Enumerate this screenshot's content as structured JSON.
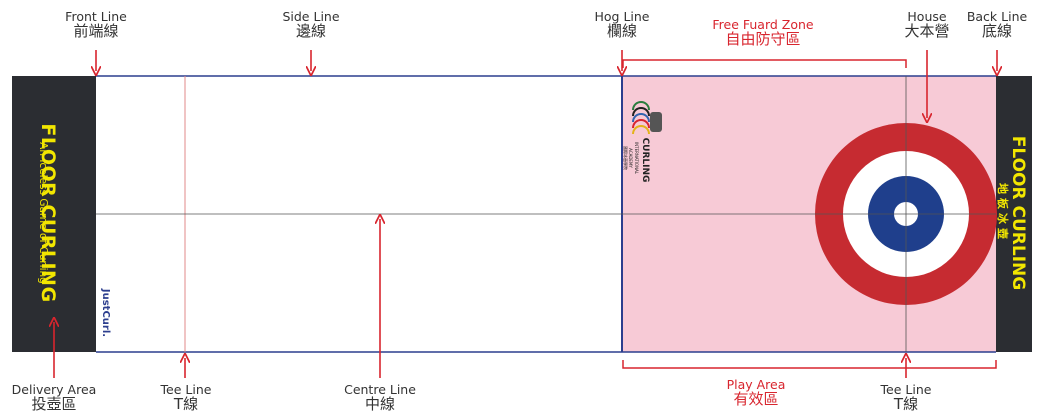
{
  "top_labels": {
    "front_line": {
      "en": "Front Line",
      "zh": "前端線"
    },
    "side_line": {
      "en": "Side Line",
      "zh": "邊線"
    },
    "hog_line": {
      "en": "Hog Line",
      "zh": "欄線"
    },
    "free_guard_zone": {
      "en": "Free Fuard Zone",
      "zh": "自由防守區"
    },
    "house": {
      "en": "House",
      "zh": "大本營"
    },
    "back_line": {
      "en": "Back Line",
      "zh": "底線"
    }
  },
  "bottom_labels": {
    "delivery_area": {
      "en": "Delivery Area",
      "zh": "投壺區"
    },
    "tee_line_left": {
      "en": "Tee Line",
      "zh": "T線"
    },
    "centre_line": {
      "en": "Centre Line",
      "zh": "中線"
    },
    "play_area": {
      "en": "Play Area",
      "zh": "有效區"
    },
    "tee_line_right": {
      "en": "Tee Line",
      "zh": "T線"
    }
  },
  "left_panel": {
    "title": "FLOOR CURLING",
    "subtitle": "An Iceless Game of Curling"
  },
  "right_panel": {
    "title": "FLOOR CURLING",
    "subtitle_zh": "地板冰壺"
  },
  "brand_logo": {
    "text": "JustCurl."
  },
  "academy_logo": {
    "line1": "INTERNATIONAL",
    "line2": "CURLING",
    "line3": "ACADEMY",
    "line4": "國際冰壺學院"
  },
  "colors": {
    "panel": "#2b2d32",
    "panel_text": "#f2e600",
    "annotation_red": "#d8252e",
    "play_area": "#f7cad6",
    "house_red": "#c62b31",
    "house_blue": "#1f3f8c",
    "lines_blue": "#2c3e8e",
    "tee_line_left": "#e08a8a"
  }
}
